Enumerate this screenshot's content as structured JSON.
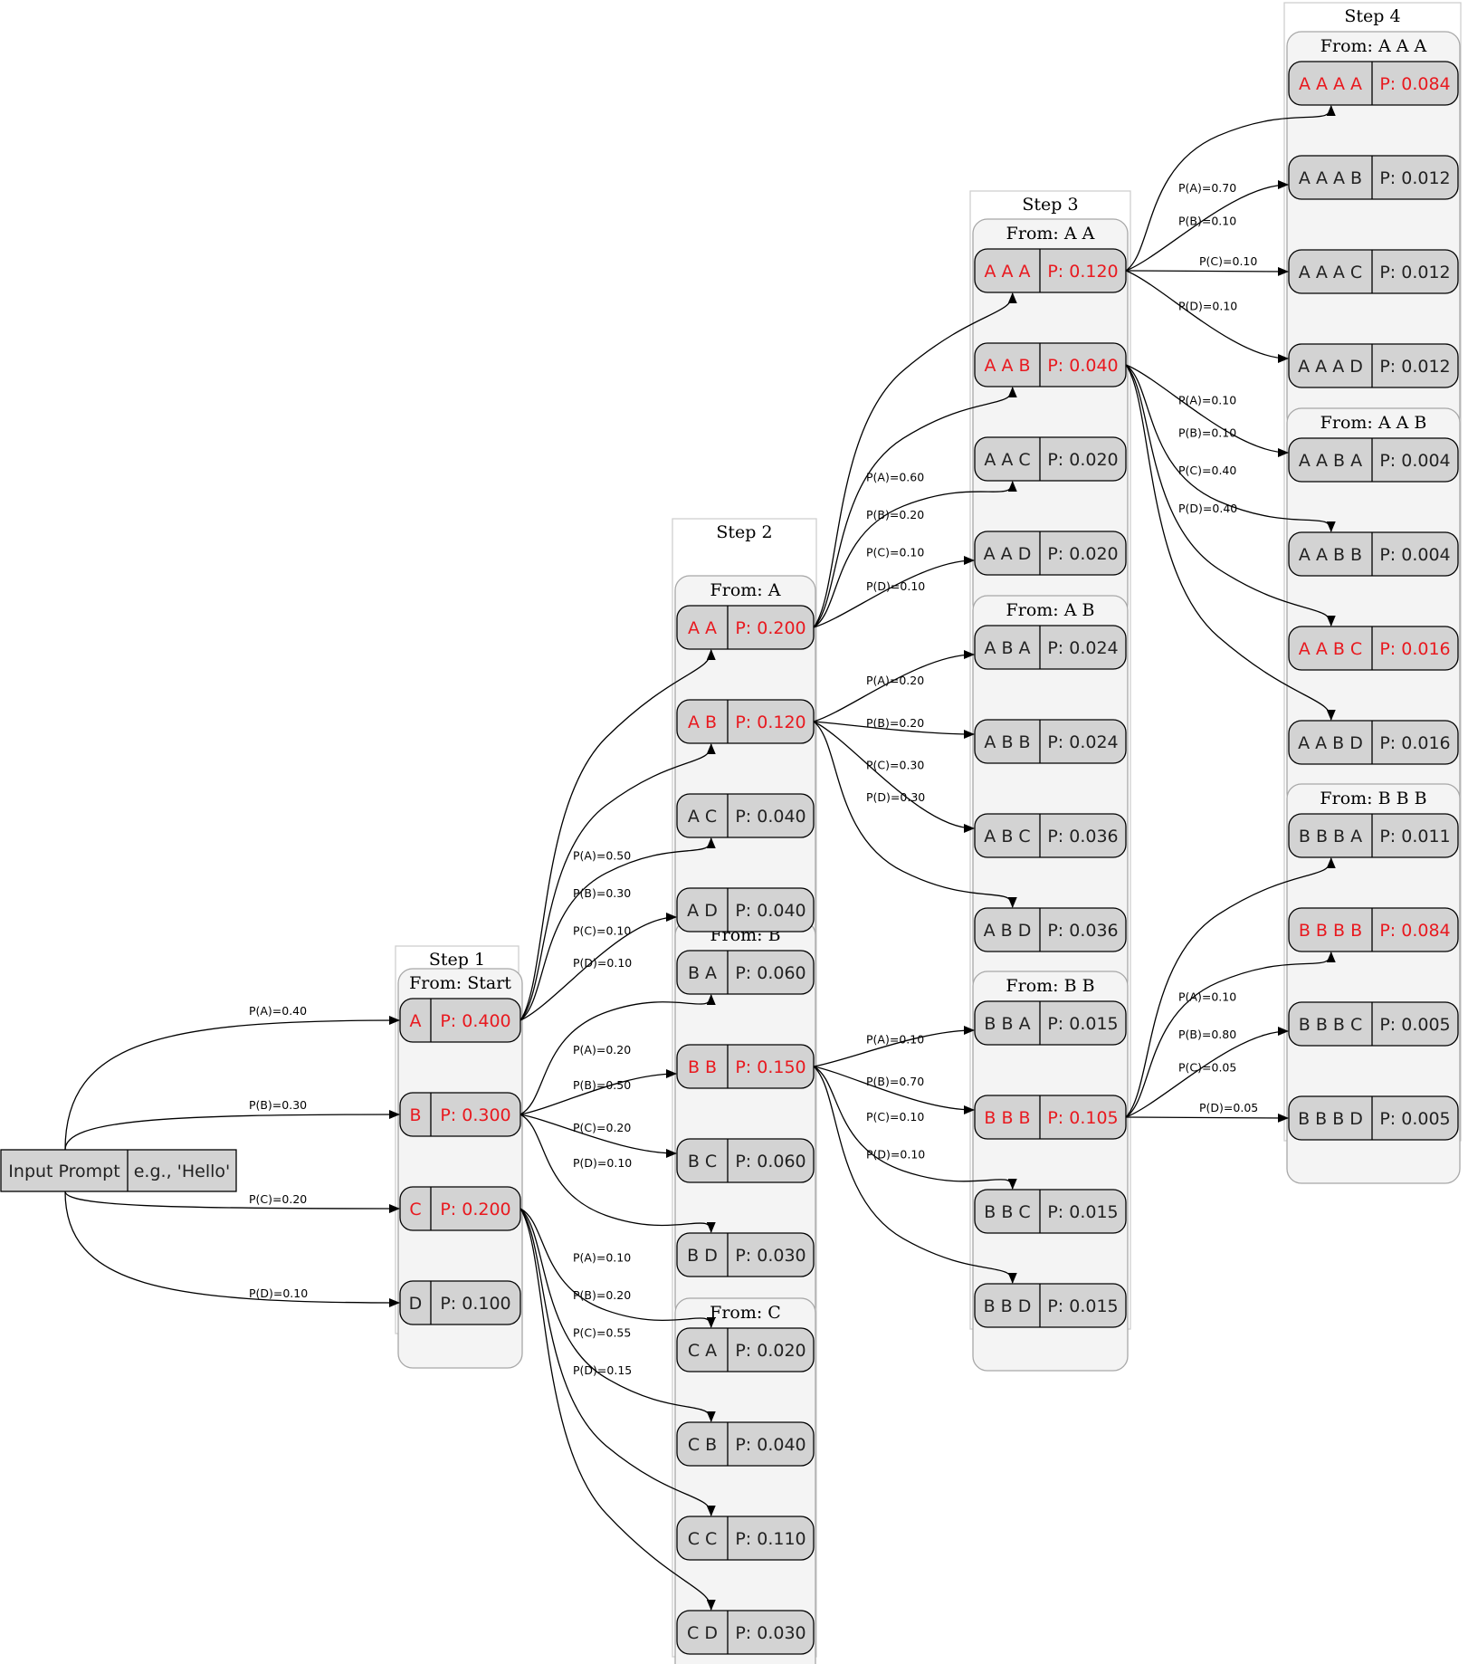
{
  "input": {
    "label": "Input Prompt",
    "value": "e.g., 'Hello'"
  },
  "colors": {
    "highlight": "#e8191f",
    "normal": "#222222",
    "node_fill": "#d3d3d3",
    "group_fill": "#f4f4f4",
    "step_border": "#cfcfcf",
    "group_border": "#a8a8a8"
  },
  "steps": [
    {
      "title": "Step 1",
      "groups": [
        {
          "title": "From: Start",
          "nodes": [
            {
              "seq": "A",
              "prob": "P: 0.400",
              "highlight": true
            },
            {
              "seq": "B",
              "prob": "P: 0.300",
              "highlight": true
            },
            {
              "seq": "C",
              "prob": "P: 0.200",
              "highlight": true
            },
            {
              "seq": "D",
              "prob": "P: 0.100",
              "highlight": false
            }
          ]
        }
      ]
    },
    {
      "title": "Step 2",
      "groups": [
        {
          "title": "From: A",
          "nodes": [
            {
              "seq": "A A",
              "prob": "P: 0.200",
              "highlight": true
            },
            {
              "seq": "A B",
              "prob": "P: 0.120",
              "highlight": true
            },
            {
              "seq": "A C",
              "prob": "P: 0.040",
              "highlight": false
            },
            {
              "seq": "A D",
              "prob": "P: 0.040",
              "highlight": false
            }
          ]
        },
        {
          "title": "From: B",
          "nodes": [
            {
              "seq": "B A",
              "prob": "P: 0.060",
              "highlight": false
            },
            {
              "seq": "B B",
              "prob": "P: 0.150",
              "highlight": true
            },
            {
              "seq": "B C",
              "prob": "P: 0.060",
              "highlight": false
            },
            {
              "seq": "B D",
              "prob": "P: 0.030",
              "highlight": false
            }
          ]
        },
        {
          "title": "From: C",
          "nodes": [
            {
              "seq": "C A",
              "prob": "P: 0.020",
              "highlight": false
            },
            {
              "seq": "C B",
              "prob": "P: 0.040",
              "highlight": false
            },
            {
              "seq": "C C",
              "prob": "P: 0.110",
              "highlight": false
            },
            {
              "seq": "C D",
              "prob": "P: 0.030",
              "highlight": false
            }
          ]
        }
      ]
    },
    {
      "title": "Step 3",
      "groups": [
        {
          "title": "From: A A",
          "nodes": [
            {
              "seq": "A A A",
              "prob": "P: 0.120",
              "highlight": true
            },
            {
              "seq": "A A B",
              "prob": "P: 0.040",
              "highlight": true
            },
            {
              "seq": "A A C",
              "prob": "P: 0.020",
              "highlight": false
            },
            {
              "seq": "A A D",
              "prob": "P: 0.020",
              "highlight": false
            }
          ]
        },
        {
          "title": "From: A B",
          "nodes": [
            {
              "seq": "A B A",
              "prob": "P: 0.024",
              "highlight": false
            },
            {
              "seq": "A B B",
              "prob": "P: 0.024",
              "highlight": false
            },
            {
              "seq": "A B C",
              "prob": "P: 0.036",
              "highlight": false
            },
            {
              "seq": "A B D",
              "prob": "P: 0.036",
              "highlight": false
            }
          ]
        },
        {
          "title": "From: B B",
          "nodes": [
            {
              "seq": "B B A",
              "prob": "P: 0.015",
              "highlight": false
            },
            {
              "seq": "B B B",
              "prob": "P: 0.105",
              "highlight": true
            },
            {
              "seq": "B B C",
              "prob": "P: 0.015",
              "highlight": false
            },
            {
              "seq": "B B D",
              "prob": "P: 0.015",
              "highlight": false
            }
          ]
        }
      ]
    },
    {
      "title": "Step 4",
      "groups": [
        {
          "title": "From: A A A",
          "nodes": [
            {
              "seq": "A A A A",
              "prob": "P: 0.084",
              "highlight": true
            },
            {
              "seq": "A A A B",
              "prob": "P: 0.012",
              "highlight": false
            },
            {
              "seq": "A A A C",
              "prob": "P: 0.012",
              "highlight": false
            },
            {
              "seq": "A A A D",
              "prob": "P: 0.012",
              "highlight": false
            }
          ]
        },
        {
          "title": "From: A A B",
          "nodes": [
            {
              "seq": "A A B A",
              "prob": "P: 0.004",
              "highlight": false
            },
            {
              "seq": "A A B B",
              "prob": "P: 0.004",
              "highlight": false
            },
            {
              "seq": "A A B C",
              "prob": "P: 0.016",
              "highlight": true
            },
            {
              "seq": "A A B D",
              "prob": "P: 0.016",
              "highlight": false
            }
          ]
        },
        {
          "title": "From: B B B",
          "nodes": [
            {
              "seq": "B B B A",
              "prob": "P: 0.011",
              "highlight": false
            },
            {
              "seq": "B B B B",
              "prob": "P: 0.084",
              "highlight": true
            },
            {
              "seq": "B B B C",
              "prob": "P: 0.005",
              "highlight": false
            },
            {
              "seq": "B B B D",
              "prob": "P: 0.005",
              "highlight": false
            }
          ]
        }
      ]
    }
  ],
  "edges": [
    {
      "from": "input",
      "to": "A",
      "label": "P(A)=0.40"
    },
    {
      "from": "input",
      "to": "B",
      "label": "P(B)=0.30"
    },
    {
      "from": "input",
      "to": "C",
      "label": "P(C)=0.20"
    },
    {
      "from": "input",
      "to": "D",
      "label": "P(D)=0.10"
    },
    {
      "from": "A",
      "to": "A A",
      "label": "P(A)=0.50"
    },
    {
      "from": "A",
      "to": "A B",
      "label": "P(B)=0.30"
    },
    {
      "from": "A",
      "to": "A C",
      "label": "P(C)=0.10"
    },
    {
      "from": "A",
      "to": "A D",
      "label": "P(D)=0.10"
    },
    {
      "from": "B",
      "to": "B A",
      "label": "P(A)=0.20"
    },
    {
      "from": "B",
      "to": "B B",
      "label": "P(B)=0.50"
    },
    {
      "from": "B",
      "to": "B C",
      "label": "P(C)=0.20"
    },
    {
      "from": "B",
      "to": "B D",
      "label": "P(D)=0.10"
    },
    {
      "from": "C",
      "to": "C A",
      "label": "P(A)=0.10"
    },
    {
      "from": "C",
      "to": "C B",
      "label": "P(B)=0.20"
    },
    {
      "from": "C",
      "to": "C C",
      "label": "P(C)=0.55"
    },
    {
      "from": "C",
      "to": "C D",
      "label": "P(D)=0.15"
    },
    {
      "from": "A A",
      "to": "A A A",
      "label": "P(A)=0.60"
    },
    {
      "from": "A A",
      "to": "A A B",
      "label": "P(B)=0.20"
    },
    {
      "from": "A A",
      "to": "A A C",
      "label": "P(C)=0.10"
    },
    {
      "from": "A A",
      "to": "A A D",
      "label": "P(D)=0.10"
    },
    {
      "from": "A B",
      "to": "A B A",
      "label": "P(A)=0.20"
    },
    {
      "from": "A B",
      "to": "A B B",
      "label": "P(B)=0.20"
    },
    {
      "from": "A B",
      "to": "A B C",
      "label": "P(C)=0.30"
    },
    {
      "from": "A B",
      "to": "A B D",
      "label": "P(D)=0.30"
    },
    {
      "from": "B B",
      "to": "B B A",
      "label": "P(A)=0.10"
    },
    {
      "from": "B B",
      "to": "B B B",
      "label": "P(B)=0.70"
    },
    {
      "from": "B B",
      "to": "B B C",
      "label": "P(C)=0.10"
    },
    {
      "from": "B B",
      "to": "B B D",
      "label": "P(D)=0.10"
    },
    {
      "from": "A A A",
      "to": "A A A A",
      "label": "P(A)=0.70"
    },
    {
      "from": "A A A",
      "to": "A A A B",
      "label": "P(B)=0.10"
    },
    {
      "from": "A A A",
      "to": "A A A C",
      "label": "P(C)=0.10"
    },
    {
      "from": "A A A",
      "to": "A A A D",
      "label": "P(D)=0.10"
    },
    {
      "from": "A A B",
      "to": "A A B A",
      "label": "P(A)=0.10"
    },
    {
      "from": "A A B",
      "to": "A A B B",
      "label": "P(B)=0.10"
    },
    {
      "from": "A A B",
      "to": "A A B C",
      "label": "P(C)=0.40"
    },
    {
      "from": "A A B",
      "to": "A A B D",
      "label": "P(D)=0.40"
    },
    {
      "from": "B B B",
      "to": "B B B A",
      "label": "P(A)=0.10"
    },
    {
      "from": "B B B",
      "to": "B B B B",
      "label": "P(B)=0.80"
    },
    {
      "from": "B B B",
      "to": "B B B C",
      "label": "P(C)=0.05"
    },
    {
      "from": "B B B",
      "to": "B B B D",
      "label": "P(D)=0.05"
    }
  ]
}
